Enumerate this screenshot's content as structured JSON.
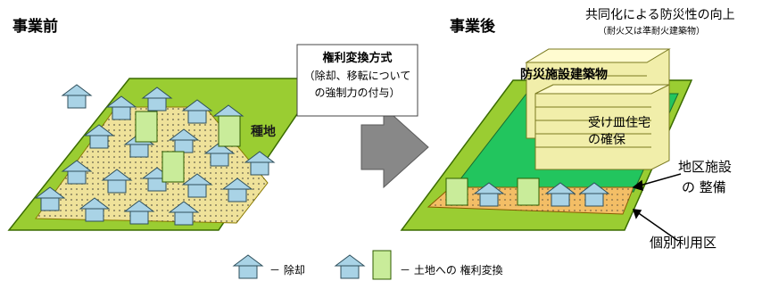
{
  "before": {
    "title": "事業前",
    "seed_land_label": "種地"
  },
  "after": {
    "title": "事業後",
    "top_note": "共同化による防災性の向上",
    "top_note_sub": "（耐火又は準耐火建築物）",
    "building_label": "防災施設建築物",
    "housing_label_line1": "受け皿住宅",
    "housing_label_line2": "の確保",
    "facility_label_line1": "地区施設",
    "facility_label_line2": "の 整備",
    "individual_zone_label": "個別利用区"
  },
  "method": {
    "title": "権利変換方式",
    "desc_line1": "（除却、移転について",
    "desc_line2": "の強制力の付与）"
  },
  "legend": {
    "removal_label": "－ 除却",
    "conversion_label": "－ 土地への 権利変換"
  },
  "colors": {
    "ground_green": "#9acd32",
    "bright_green": "#22c55e",
    "sand_yellow": "#efe29a",
    "orange_zone": "#f3be66",
    "house_blue": "#a9d3e6",
    "building_yellow": "#f1eeaa",
    "box_green": "#c9ec9a",
    "arrow_gray": "#888888"
  }
}
